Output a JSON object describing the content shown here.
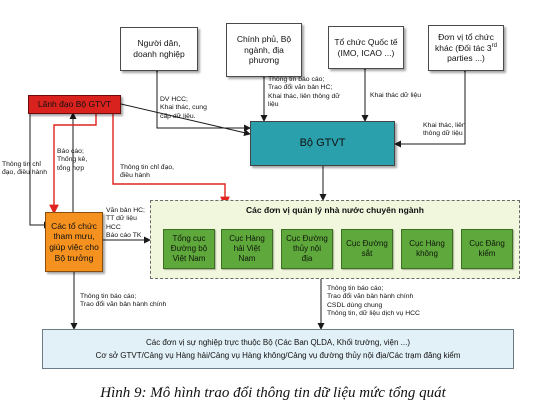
{
  "stakeholders": {
    "citizens": "Người dân,\ndoanh nghiệp",
    "government": "Chính phủ, Bộ\nngành, địa\nphương",
    "intl_org": "Tổ chức Quốc tế\n(IMO, ICAO ...)",
    "other_org_main": "Đơn vị tổ chức\nkhác (Đối tác 3",
    "other_org_sup": "rd",
    "other_org_tail": "\nparties ...)"
  },
  "leadership": "Lãnh đạo Bộ GTVT",
  "ministry": "Bộ GTVT",
  "advisory": "Các tổ chức\ntham mưu,\ngiúp việc cho\nBộ trưởng",
  "state_mgmt": {
    "title": "Các đơn vị quản lý nhà nước chuyên ngành",
    "agencies": [
      "Tổng cục\nĐường bộ\nViệt Nam",
      "Cục Hàng\nhải Việt\nNam",
      "Cục Đường\nthủy nội\nđịa",
      "Cục Đường\nsắt",
      "Cục Hàng\nkhông",
      "Cục Đăng\nkiểm"
    ]
  },
  "bottom_box": {
    "line1": "Các đơn vị sự nghiệp trực thuộc Bộ (Các Ban QLDA, Khối trường, viện ...)",
    "line2": "Cơ sở GTVT/Cảng vụ Hàng hải/Cảng vụ Hàng không/Cảng vụ đường thủy nội địa/Các trạm đăng kiểm"
  },
  "labels": {
    "citizens_flow": "DV HCC;\nKhai thác, cung\ncấp dữ liệu.",
    "government_flow": "Thông tin báo cáo;\nTrao đổi văn bản HC;\nKhai thác, liên thông dữ\nliệu",
    "intl_flow": "Khai thác dữ liệu",
    "other_flow": "Khai thác, liên\nthông dữ liệu",
    "left_direction": "Thông tin chỉ\nđạo, điều hành",
    "left_reports": "Báo cáo;\nThống kê,\ntổng hợp",
    "leader_direction": "Thông tin chỉ đạo,\nđiều hành",
    "advisory_docs": "Văn bản HC;\nTT dữ liệu\nHCC\nBáo cáo TK",
    "advisory_bottom": "Thông tin báo cáo;\nTrao đổi văn bản hành chính",
    "qln_bottom": "Thông tin báo cáo;\nTrao đổi văn bản hành chính\nCSDL dùng chung\nThông tin, dữ liệu dịch vụ HCC"
  },
  "caption": "Hình  9: Mô hình trao đổi thông tin dữ liệu mức tổng quát",
  "colors": {
    "ministry": "#2aa0ad",
    "leadership": "#d9221d",
    "advisory": "#f5911f",
    "agency": "#5ea83c",
    "panel": "#f1f7dd",
    "bottom": "#e2f0f7",
    "red_arrow": "#e0231d"
  }
}
